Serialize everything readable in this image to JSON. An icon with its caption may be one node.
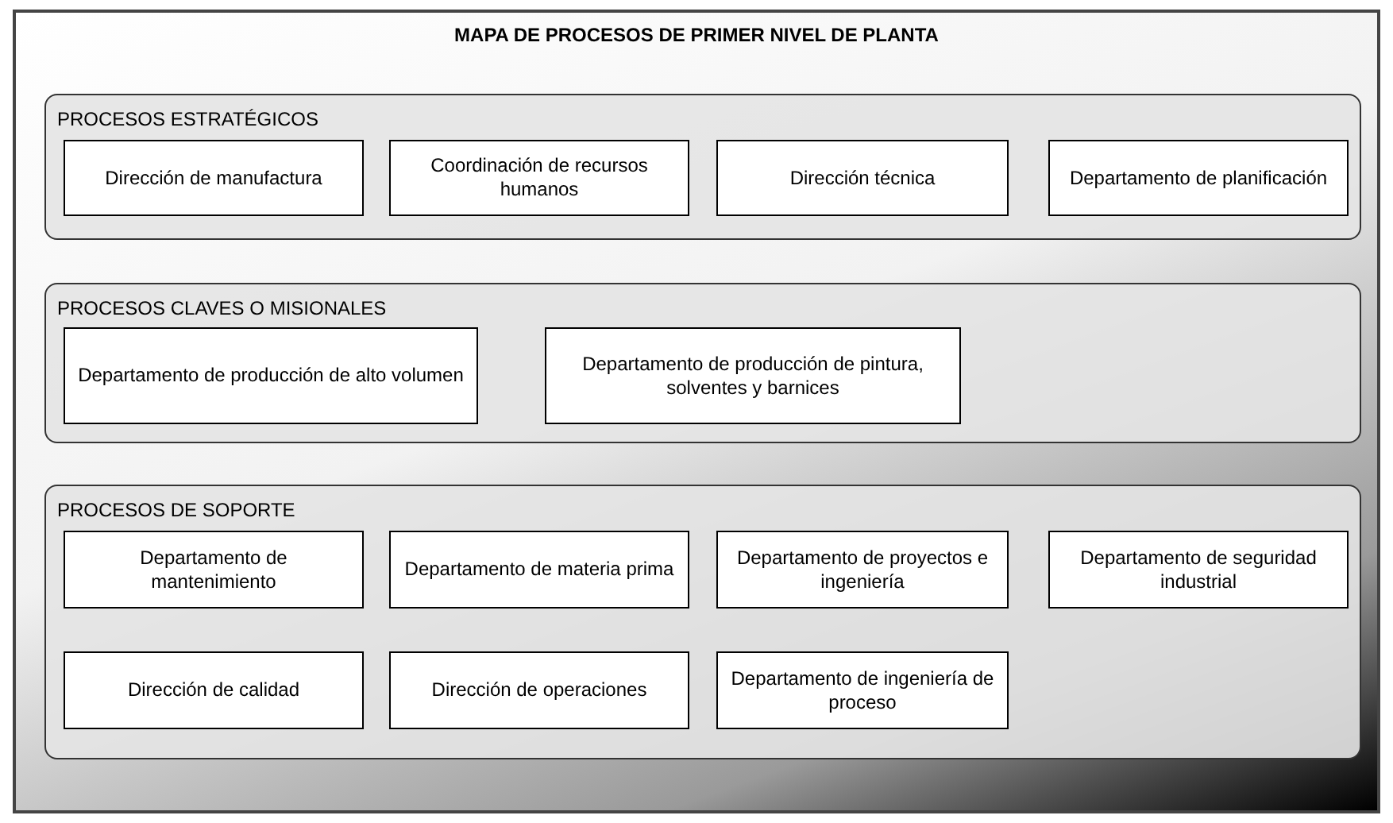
{
  "diagram": {
    "nodes": [
      {
        "text": [
          "MAPA DE PROCESOS DE PRIMER NIVEL DE PLANTA"
        ]
      },
      {
        "text": [
          "PROCESOS ESTRATÉGICOS"
        ],
        "in": 0
      },
      {
        "text": [
          "Dirección de manufactura"
        ],
        "in": 1
      },
      {
        "text": [
          "Coordinación de recursos humanos"
        ],
        "in": 1
      },
      {
        "text": [
          "Dirección técnica"
        ],
        "in": 1
      },
      {
        "text": [
          "Departamento de planificación"
        ],
        "in": 1
      },
      {
        "text": [
          "PROCESOS CLAVES O MISIONALES"
        ],
        "in": 0
      },
      {
        "text": [
          "Departamento de producción de alto volumen"
        ],
        "in": 6
      },
      {
        "text": [
          "Departamento de producción de pintura, solventes y barnices"
        ],
        "in": 6
      },
      {
        "text": [
          "PROCESOS DE SOPORTE"
        ],
        "in": 0
      },
      {
        "text": [
          "Departamento de mantenimiento"
        ],
        "in": 9
      },
      {
        "text": [
          "Departamento de materia prima"
        ],
        "in": 9
      },
      {
        "text": [
          "Departamento de proyectos e ingeniería"
        ],
        "in": 9
      },
      {
        "text": [
          "Departamento de seguridad industrial"
        ],
        "in": 9
      },
      {
        "text": [
          "Dirección de calidad"
        ],
        "in": 9
      },
      {
        "text": [
          "Dirección de operaciones"
        ],
        "in": 9
      },
      {
        "text": [
          "Departamento de ingeniería de proceso"
        ],
        "in": 9
      }
    ]
  }
}
